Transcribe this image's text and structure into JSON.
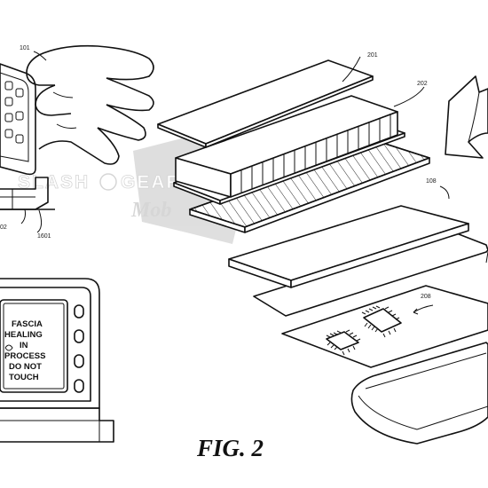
{
  "figure": {
    "caption": "FIG. 2"
  },
  "reference_labels": {
    "r101": "101",
    "r201": "201",
    "r202": "202",
    "r108": "108",
    "r208": "208",
    "r1601": "1601",
    "r02": "02"
  },
  "device_screen": {
    "lines": [
      "FASCIA",
      "HEALING",
      "IN",
      "PROCESS",
      "DO NOT",
      "TOUCH"
    ]
  },
  "watermark": {
    "brand_left": "SLASH",
    "brand_right": "GEAR",
    "sub": "Mob"
  },
  "colors": {
    "ink": "#111111",
    "watermark": "#cfcfcf",
    "background": "#ffffff"
  }
}
